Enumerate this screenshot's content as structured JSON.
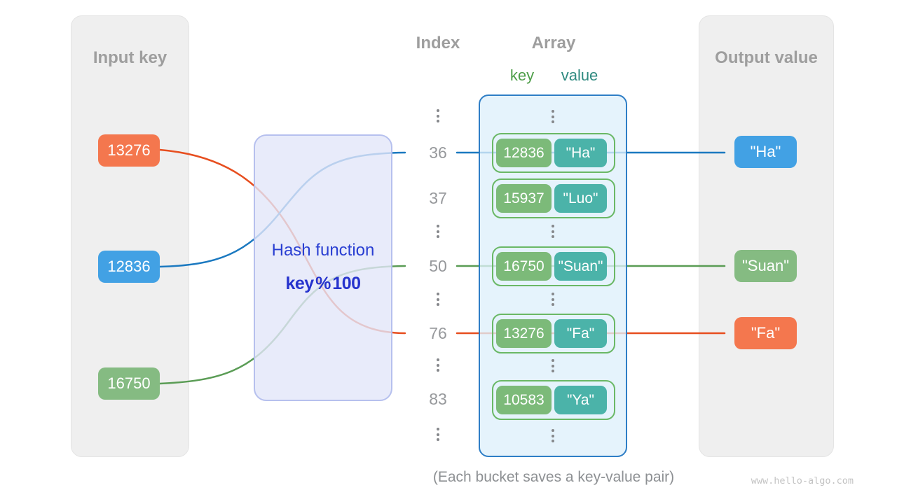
{
  "input_panel": {
    "title": "Input key",
    "keys": [
      {
        "label": "13276",
        "color": "#f4774e"
      },
      {
        "label": "12836",
        "color": "#42a1e4"
      },
      {
        "label": "16750",
        "color": "#85bb82"
      }
    ]
  },
  "hash_box": {
    "label": "Hash function",
    "formula": "key % 100",
    "text_color": "#2a3fd2"
  },
  "index_column": {
    "title": "Index",
    "rows": [
      "36",
      "37",
      "50",
      "76",
      "83"
    ]
  },
  "array_panel": {
    "title": "Array",
    "key_header": "key",
    "value_header": "value",
    "buckets": [
      {
        "key": "12836",
        "value": "\"Ha\""
      },
      {
        "key": "15937",
        "value": "\"Luo\""
      },
      {
        "key": "16750",
        "value": "\"Suan\""
      },
      {
        "key": "13276",
        "value": "\"Fa\""
      },
      {
        "key": "10583",
        "value": "\"Ya\""
      }
    ]
  },
  "output_panel": {
    "title": "Output value",
    "values": [
      {
        "label": "\"Ha\"",
        "color": "#42a1e4"
      },
      {
        "label": "\"Suan\"",
        "color": "#85bb82"
      },
      {
        "label": "\"Fa\"",
        "color": "#f4774e"
      }
    ]
  },
  "mappings": [
    {
      "input_key": "12836",
      "index": "36",
      "output": "\"Ha\"",
      "arrow_color": "#1b79c0"
    },
    {
      "input_key": "16750",
      "index": "50",
      "output": "\"Suan\"",
      "arrow_color": "#5a9c55"
    },
    {
      "input_key": "13276",
      "index": "76",
      "output": "\"Fa\"",
      "arrow_color": "#e74e1f"
    }
  ],
  "caption": "(Each bucket saves a key-value pair)",
  "watermark": "www.hello-algo.com",
  "colors": {
    "panel_gray": "#efefef",
    "bucket_key_green": "#7cba79",
    "bucket_value_teal": "#4bb3a9",
    "bucket_border_green": "#6ab866",
    "array_border_blue": "#2e7ec6",
    "array_fill": "#e3f1fb",
    "hash_fill": "#e7ebfa",
    "hash_border": "#b6c0ee",
    "key_header_green": "#4e9e49",
    "value_header_teal": "#2f8a80"
  }
}
